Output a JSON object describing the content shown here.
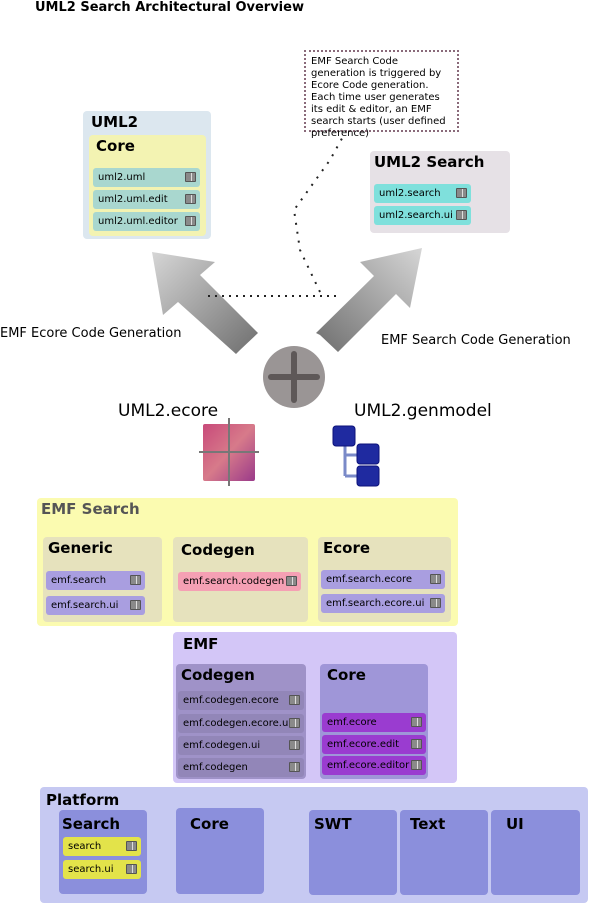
{
  "title": "UML2 Search Architectural Overview",
  "note": "EMF Search Code generation is triggered by Ecore Code generation. Each time user generates its edit & editor, an EMF search starts (user defined preference)",
  "uml2": {
    "label": "UML2",
    "core": {
      "label": "Core",
      "bundles": [
        "uml2.uml",
        "uml2.uml.edit",
        "uml2.uml.editor"
      ]
    }
  },
  "uml2search": {
    "label": "UML2 Search",
    "bundles": [
      "uml2.search",
      "uml2.search.ui"
    ]
  },
  "arrows": {
    "left": "EMF Ecore Code Generation",
    "right": "EMF Search Code Generation"
  },
  "models": {
    "ecore": "UML2.ecore",
    "genmodel": "UML2.genmodel"
  },
  "emfsearch": {
    "label": "EMF Search",
    "generic": {
      "label": "Generic",
      "bundles": [
        "emf.search",
        "emf.search.ui"
      ]
    },
    "codegen": {
      "label": "Codegen",
      "bundles": [
        "emf.search.codegen"
      ]
    },
    "ecore": {
      "label": "Ecore",
      "bundles": [
        "emf.search.ecore",
        "emf.search.ecore.ui"
      ]
    }
  },
  "emf": {
    "label": "EMF",
    "codegen": {
      "label": "Codegen",
      "bundles": [
        "emf.codegen.ecore",
        "emf.codegen.ecore.ui",
        "emf.codegen.ui",
        "emf.codegen"
      ]
    },
    "core": {
      "label": "Core",
      "bundles": [
        "emf.ecore",
        "emf.ecore.edit",
        "emf.ecore.editor"
      ]
    }
  },
  "platform": {
    "label": "Platform",
    "search": {
      "label": "Search",
      "bundles": [
        "search",
        "search.ui"
      ]
    },
    "core": "Core",
    "swt": "SWT",
    "text": "Text",
    "ui": "UI"
  },
  "colors": {
    "uml2_bg": "#dce7ef",
    "core_yellow": "#f3f3b2",
    "uml2_bundle": "#a9d7cf",
    "uml2search_bg": "#e6e1e6",
    "cyan_bundle": "#7fe0dc",
    "emfsearch_bg": "#fbfbb0",
    "sub_bg": "#e6e2bd",
    "lavender_bundle": "#a99ee0",
    "pink_bundle": "#f5a0b4",
    "emf_bg": "#d3c6f7",
    "emf_codegen_bg": "#9f92c8",
    "emf_core_bg": "#9f96d8",
    "purple_bundle": "#9a3cd0",
    "platform_bg": "#c6c9f2",
    "platform_box": "#8b8fdc",
    "yellow_bundle": "#e3e34a"
  }
}
